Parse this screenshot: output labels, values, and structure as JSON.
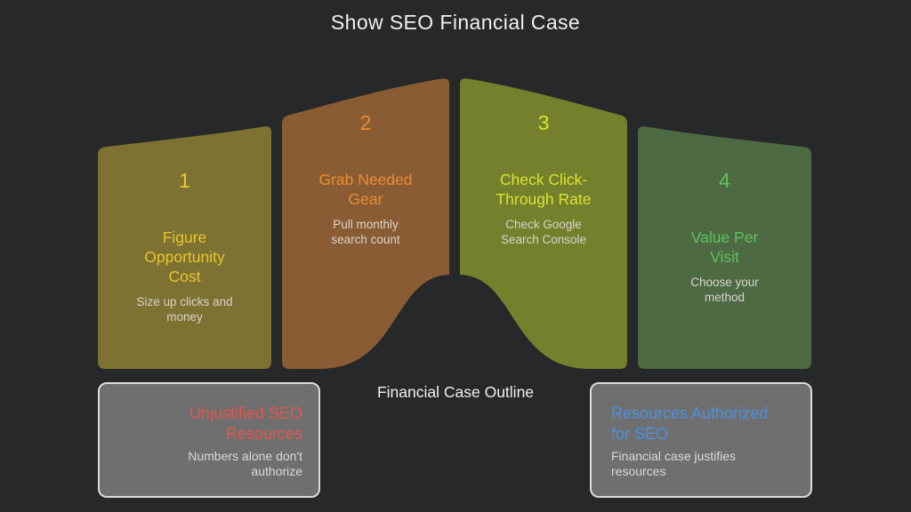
{
  "title": "Show SEO Financial Case",
  "colors": {
    "background": "#27282a",
    "title_text": "#f2efec",
    "outline_text": "#f2efec",
    "step_subtext": "#d8d4cd",
    "box_fill": "#6f6f6f",
    "box_border": "#dcdcdc",
    "box_subtext": "#d9d9d9",
    "negative_accent": "#e2564f",
    "positive_accent": "#4a90e0"
  },
  "steps": [
    {
      "number": "1",
      "color": "#7d7231",
      "accent": "#e9c52f",
      "title_lines": [
        "Figure",
        "Opportunity",
        "Cost"
      ],
      "subtitle_lines": [
        "Size up clicks and",
        "money"
      ]
    },
    {
      "number": "2",
      "color": "#8a5c33",
      "accent": "#ec8b33",
      "title_lines": [
        "Grab Needed",
        "Gear"
      ],
      "subtitle_lines": [
        "Pull monthly",
        "search count"
      ]
    },
    {
      "number": "3",
      "color": "#75802c",
      "accent": "#d9e332",
      "title_lines": [
        "Check Click-",
        "Through Rate"
      ],
      "subtitle_lines": [
        "Check Google",
        "Search Console"
      ]
    },
    {
      "number": "4",
      "color": "#4e6a43",
      "accent": "#5fc05f",
      "title_lines": [
        "Value Per",
        "Visit"
      ],
      "subtitle_lines": [
        "Choose your",
        "method"
      ]
    }
  ],
  "outline_label": "Financial Case Outline",
  "outcome_boxes": {
    "negative": {
      "title_lines": [
        "Unjustified SEO",
        "Resources"
      ],
      "subtitle_lines": [
        "Numbers alone don't",
        "authorize"
      ]
    },
    "positive": {
      "title_lines": [
        "Resources Authorized",
        "for SEO"
      ],
      "subtitle_lines": [
        "Financial case justifies",
        "resources"
      ]
    }
  }
}
